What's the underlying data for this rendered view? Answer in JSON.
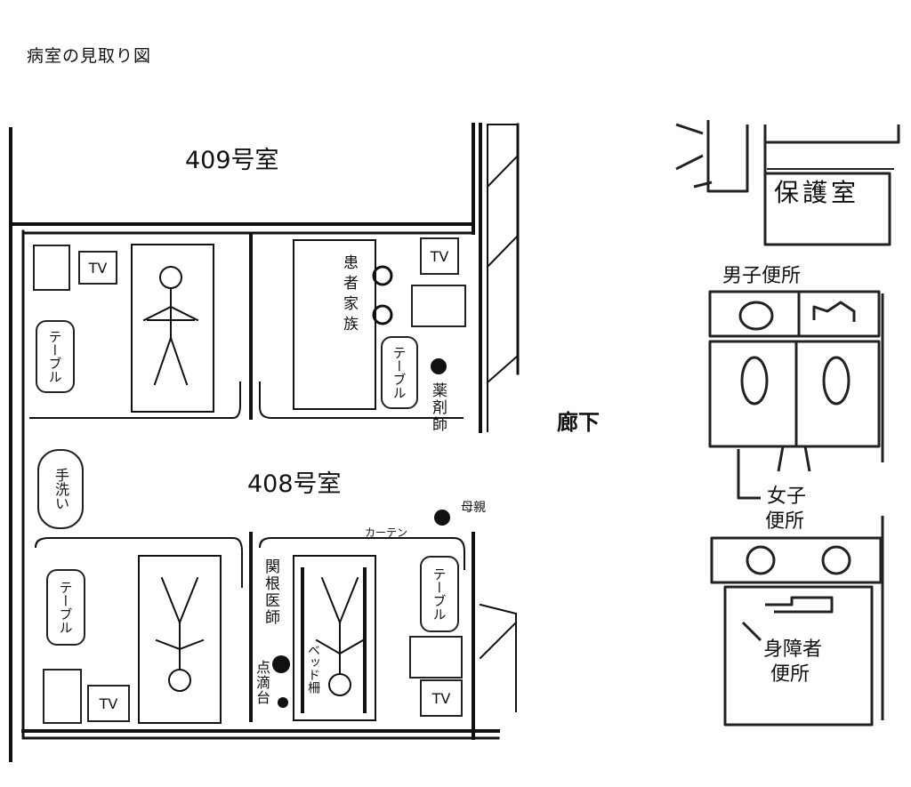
{
  "title": "病室の見取り図",
  "rooms": {
    "room_409": "409号室",
    "room_408": "408号室"
  },
  "corridor": "廊下",
  "tv_label": "TV",
  "table_label": "テーブル",
  "sink_label": "手洗い",
  "people": {
    "patient_family": "患者家族",
    "pharmacist": "薬剤師",
    "mother": "母親",
    "doctor": "関根医師"
  },
  "objects": {
    "curtain": "カーテン",
    "drip_stand": "点滴台",
    "bed_rail": "ベッド柵"
  },
  "toilets": {
    "top_room": "保護室",
    "men": "男子便所",
    "women_line1": "女子",
    "women_line2": "便所",
    "accessible_line1": "身障者",
    "accessible_line2": "便所"
  }
}
